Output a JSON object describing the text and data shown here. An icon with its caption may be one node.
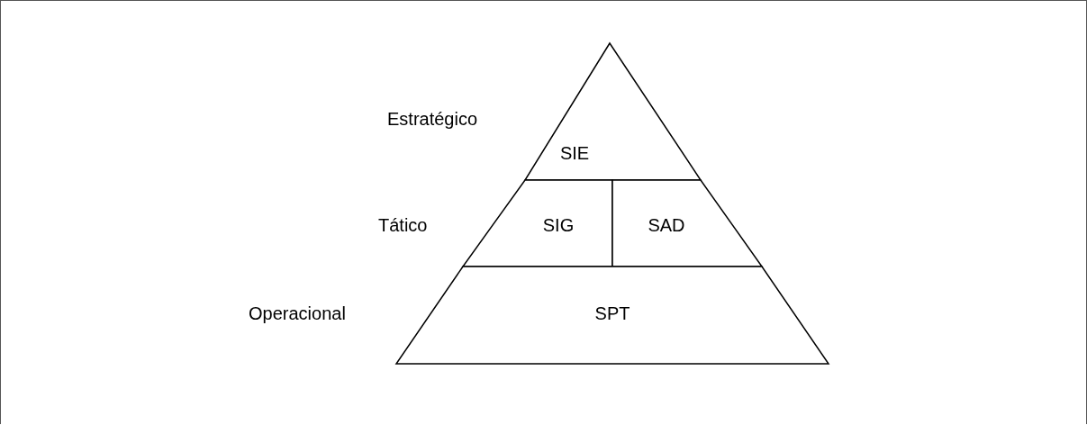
{
  "diagram": {
    "nodes": [
      {
        "text": [
          "SIE"
        ]
      },
      {
        "text": [
          "SIG"
        ]
      },
      {
        "text": [
          "SAD"
        ]
      },
      {
        "text": [
          "SPT"
        ]
      }
    ],
    "labels": [
      "Estratégico",
      "Tático",
      "Operacional"
    ]
  }
}
